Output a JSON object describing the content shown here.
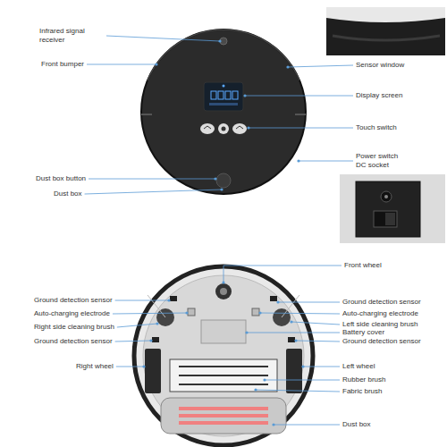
{
  "diagram": {
    "labels": [
      "Infrared signal receiver",
      "Sensor window",
      "Front bumper",
      "Display screen",
      "Touch switch",
      "Power switch DC socket",
      "Dust box button",
      "Dust box",
      "Front wheel",
      "Ground detection sensor",
      "Ground detection sensor",
      "Auto-charging electrode",
      "Auto-charging electrode",
      "Right side cleaning brush",
      "Left side cleaning brush",
      "Battery cover",
      "Ground detection sensor",
      "Ground detection sensor",
      "Right  wheel",
      "Left wheel",
      "Rubber brush",
      "Fabric brush",
      "Dust box"
    ]
  }
}
